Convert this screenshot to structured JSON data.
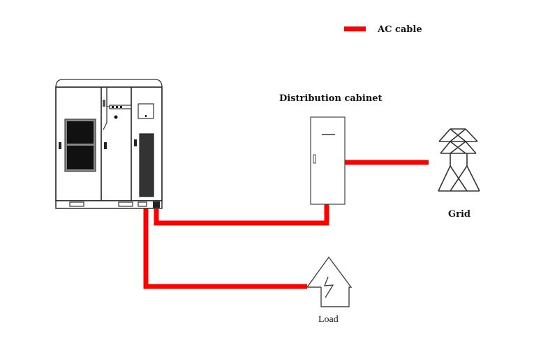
{
  "legend": {
    "items": [
      {
        "label": "AC cable",
        "color": "#ff0000"
      }
    ]
  },
  "nodes": {
    "pcs_cabinet": {
      "label": ""
    },
    "distribution_cabinet": {
      "label": "Distribution cabinet"
    },
    "grid": {
      "label": "Grid"
    },
    "load": {
      "label": "Load"
    }
  },
  "connections": [
    {
      "from": "pcs_cabinet",
      "to": "distribution_cabinet",
      "type": "AC cable"
    },
    {
      "from": "distribution_cabinet",
      "to": "grid",
      "type": "AC cable"
    },
    {
      "from": "pcs_cabinet",
      "to": "load",
      "type": "AC cable"
    }
  ],
  "colors": {
    "cable": "#ff0000",
    "outline": "#333333",
    "panel": "#111111"
  }
}
